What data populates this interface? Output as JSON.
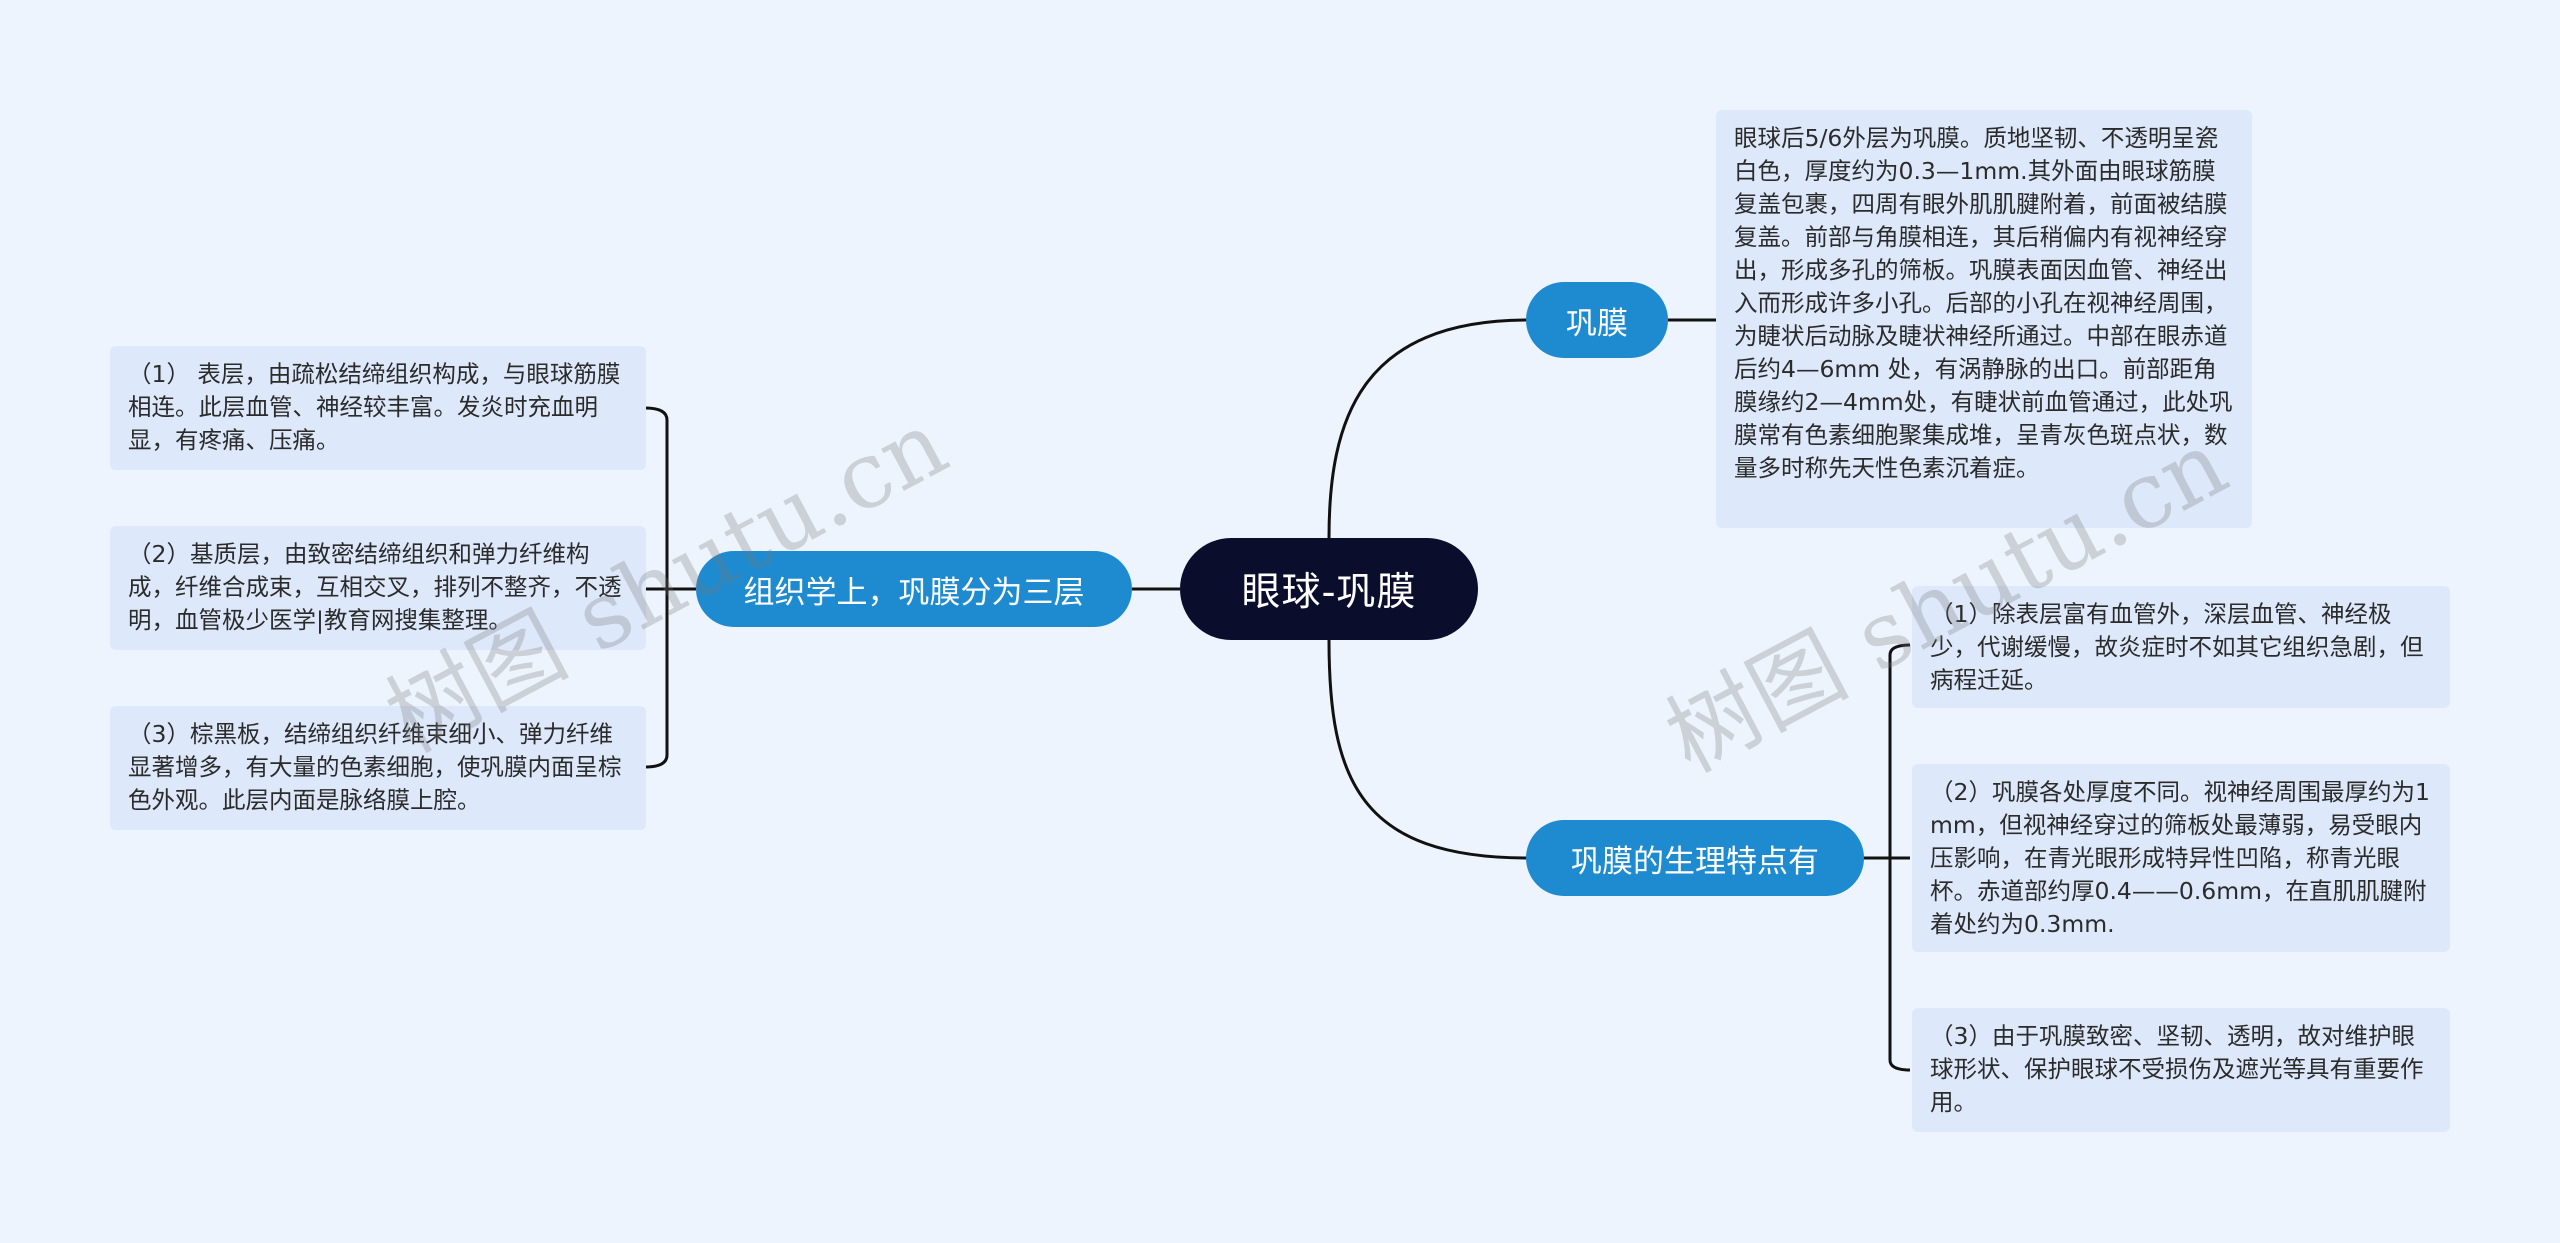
{
  "central": {
    "label": "眼球-巩膜"
  },
  "branches": [
    {
      "label": "巩膜",
      "notes": [
        "眼球后5/6外层为巩膜。质地坚韧、不透明呈瓷白色，厚度约为0.3—1mm.其外面由眼球筋膜复盖包裹，四周有眼外肌肌腱附着，前面被结膜复盖。前部与角膜相连，其后稍偏内有视神经穿出，形成多孔的筛板。巩膜表面因血管、神经出入而形成许多小孔。后部的小孔在视神经周围，为睫状后动脉及睫状神经所通过。中部在眼赤道后约4—6mm 处，有涡静脉的出口。前部距角膜缘约2—4mm处，有睫状前血管通过，此处巩膜常有色素细胞聚集成堆，呈青灰色斑点状，数量多时称先天性色素沉着症。"
      ]
    },
    {
      "label": "巩膜的生理特点有",
      "notes": [
        "（1）除表层富有血管外，深层血管、神经极少，代谢缓慢，故炎症时不如其它组织急剧，但病程迁延。",
        "（2）巩膜各处厚度不同。视神经周围最厚约为1mm，但视神经穿过的筛板处最薄弱，易受眼内压影响，在青光眼形成特异性凹陷，称青光眼杯。赤道部约厚0.4——0.6mm，在直肌肌腱附着处约为0.3mm.",
        "（3）由于巩膜致密、坚韧、透明，故对维护眼球形状、保护眼球不受损伤及遮光等具有重要作用。"
      ]
    },
    {
      "label": "组织学上，巩膜分为三层",
      "notes": [
        "（1） 表层，由疏松结缔组织构成，与眼球筋膜相连。此层血管、神经较丰富。发炎时充血明显，有疼痛、压痛。",
        "（2）基质层，由致密结缔组织和弹力纤维构成，纤维合成束，互相交叉，排列不整齐，不透明，血管极少医学|教育网搜集整理。",
        "（3）棕黑板，结缔组织纤维束细小、弹力纤维显著增多，有大量的色素细胞，使巩膜内面呈棕色外观。此层内面是脉络膜上腔。"
      ]
    }
  ],
  "watermarks": [
    "树图 shutu.cn",
    "树图 shutu.cn"
  ],
  "colors": {
    "background": "#eef4fd",
    "central_fill": "#0b0d2c",
    "branch_fill": "#1e8bd0",
    "note_fill": "#dde8fa",
    "connector": "#111111"
  }
}
